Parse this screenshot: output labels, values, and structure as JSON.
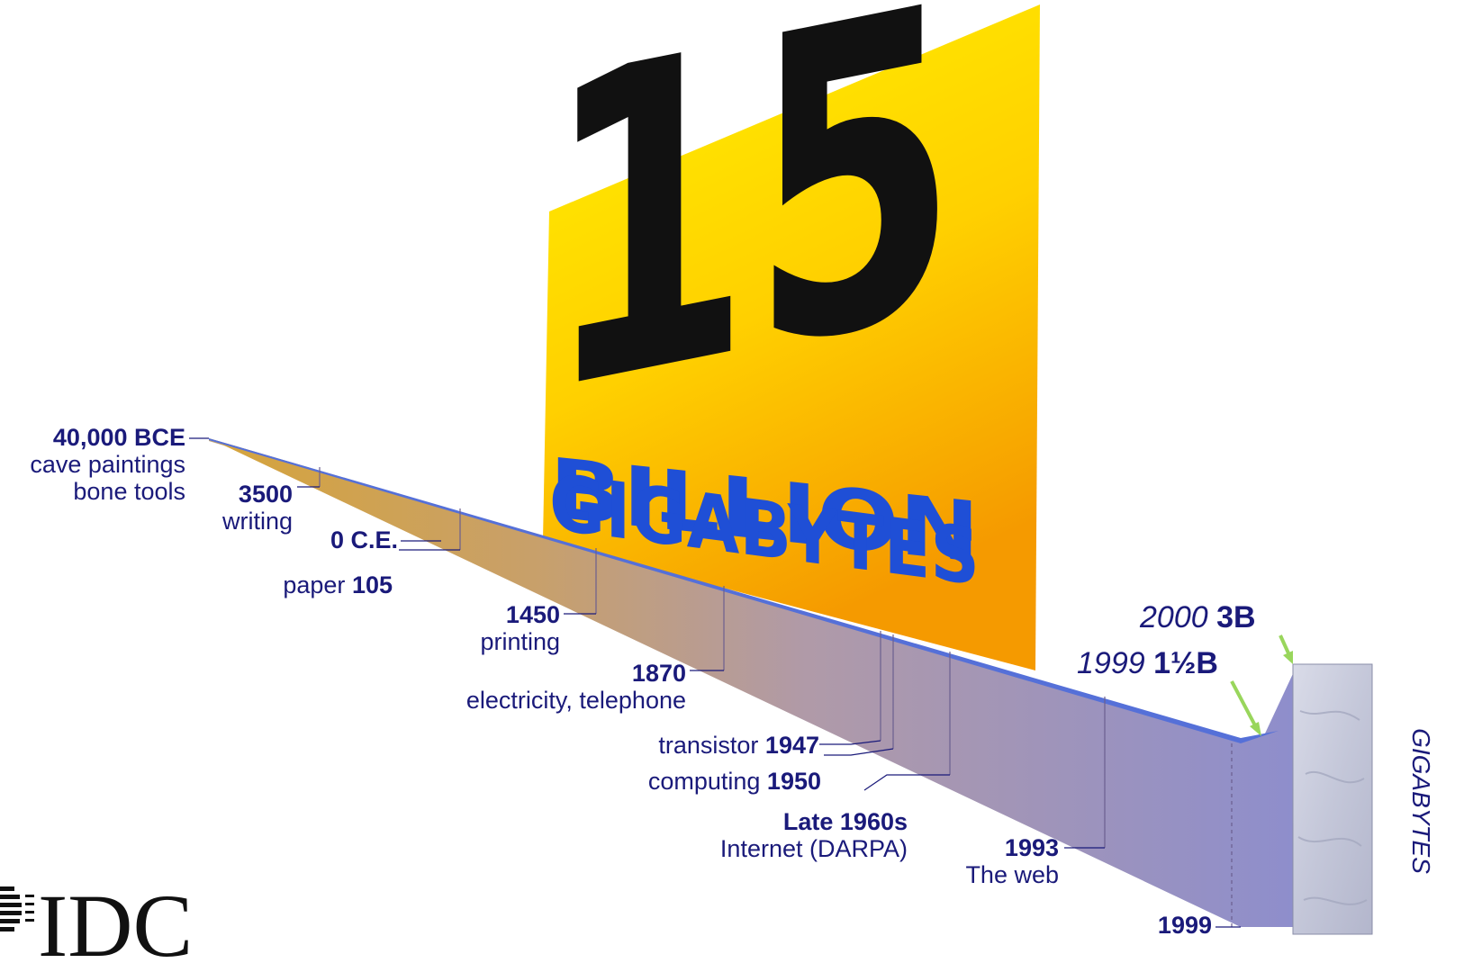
{
  "hero": {
    "number": "15",
    "line1": "BILLION",
    "line2": "GIGABYTES"
  },
  "milestones": {
    "m40000": {
      "year": "40,000 BCE",
      "desc1": "cave paintings",
      "desc2": "bone tools"
    },
    "m3500": {
      "year": "3500",
      "desc": "writing"
    },
    "m0": {
      "year": "0 C.E."
    },
    "m105": {
      "desc": "paper",
      "year": "105"
    },
    "m1450": {
      "year": "1450",
      "desc": "printing"
    },
    "m1870": {
      "year": "1870",
      "desc": "electricity, telephone"
    },
    "m1947": {
      "desc": "transistor",
      "year": "1947"
    },
    "m1950": {
      "desc": "computing",
      "year": "1950"
    },
    "m1960s": {
      "year": "Late 1960s",
      "desc": "Internet (DARPA)"
    },
    "m1993": {
      "year": "1993",
      "desc": "The web"
    },
    "m1999": {
      "year": "1999"
    }
  },
  "callouts": {
    "c2000": {
      "year": "2000",
      "amount": "3B"
    },
    "c1999": {
      "year": "1999",
      "amount": "1½B"
    }
  },
  "unit_label": "GIGABYTES",
  "logo": {
    "text": "IDC"
  },
  "colors": {
    "label_navy": "#1a1a7a",
    "billion_blue": "#1f4fd6",
    "arrow_green": "#99d65c",
    "poster_yellow": "#ffe800",
    "poster_orange": "#f5a000"
  }
}
